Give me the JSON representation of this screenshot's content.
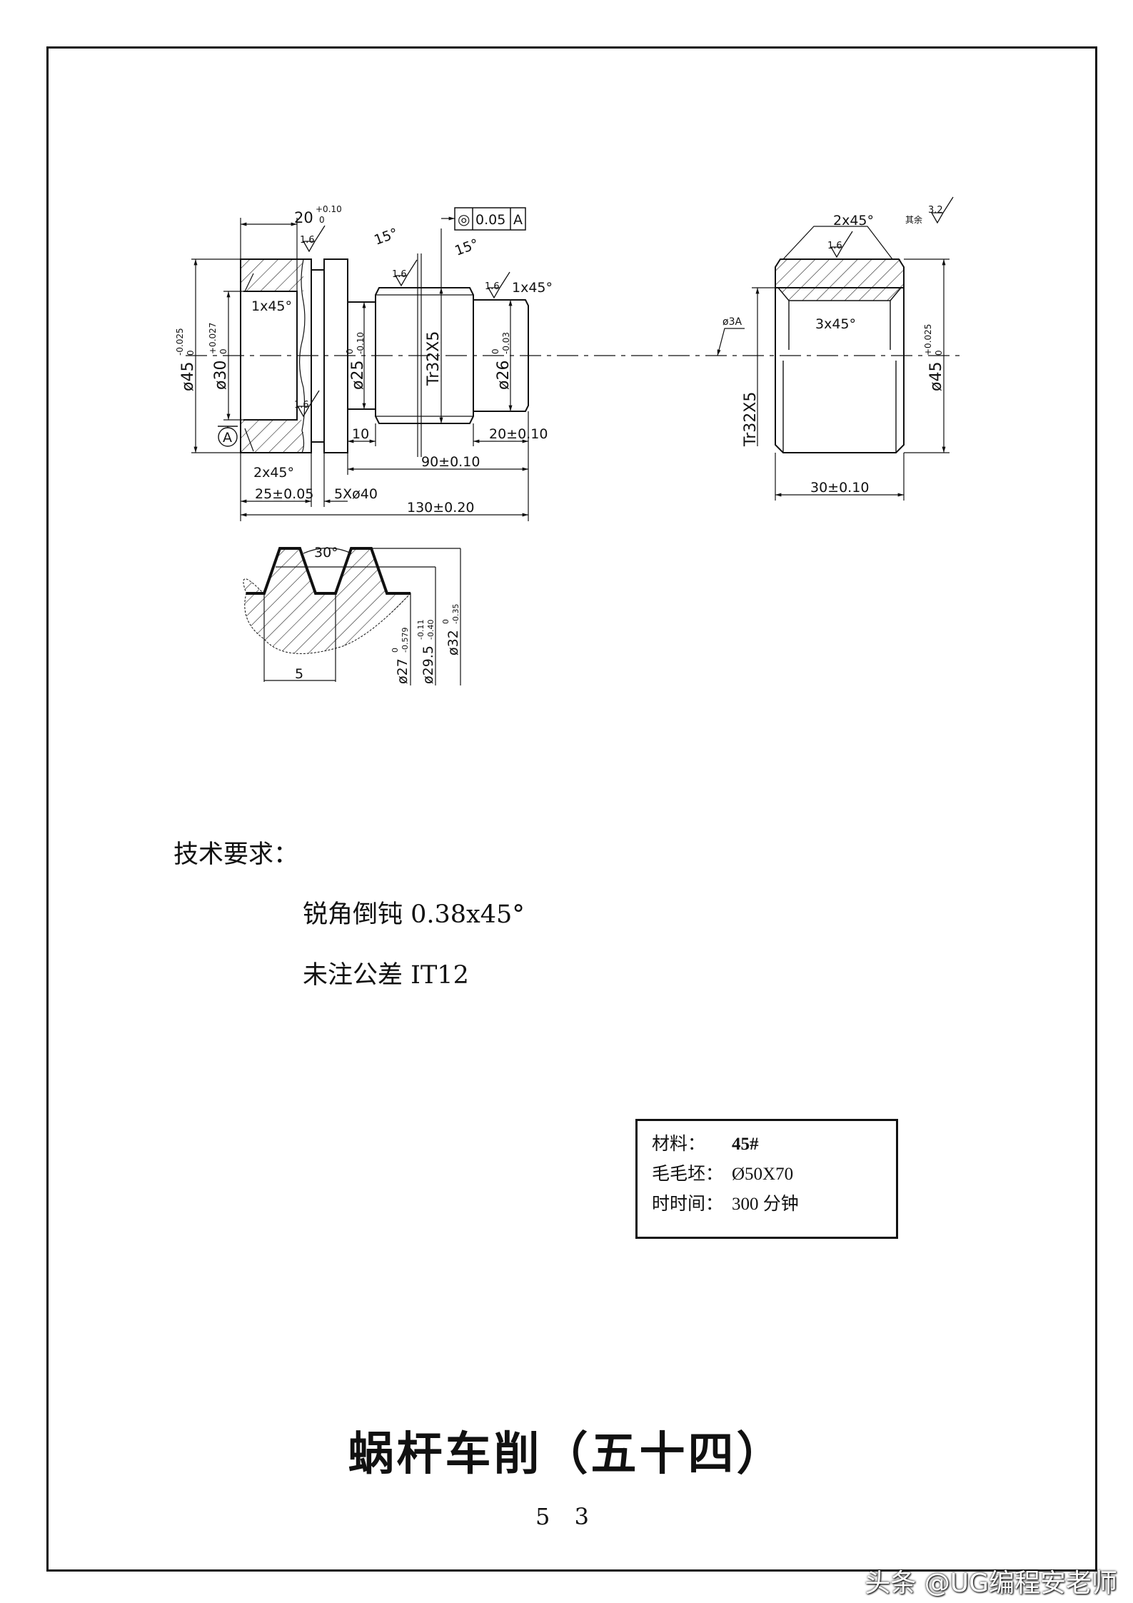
{
  "drawing": {
    "dims": {
      "bore_len": "20",
      "bore_len_tol_up": "+0.10",
      "bore_len_tol_lo": "0",
      "od_left": "ø45",
      "od_left_tol_up": "0",
      "od_left_tol_lo": "-0.025",
      "bore_dia": "ø30",
      "bore_tol_up": "+0.027",
      "bore_tol_lo": "0",
      "chamfer_1": "1x45°",
      "chamfer_2": "2x45°",
      "chamfer_3": "1x45°",
      "chamfer_right_top": "2x45°",
      "chamfer_right_inner": "3x45°",
      "neck_dia": "ø25",
      "neck_tol_up": "0",
      "neck_tol_lo": "-0.10",
      "thread": "Tr32X5",
      "thread_right": "Tr32X5",
      "shaft_dia": "ø26",
      "shaft_tol_up": "0",
      "shaft_tol_lo": "-0.03",
      "center_hole": "ø3A",
      "angle_1": "15°",
      "angle_2": "15°",
      "len_10": "10",
      "len_20": "20±0.10",
      "len_90": "90±0.10",
      "len_25": "25±0.05",
      "collar": "5Xø40",
      "len_130": "130±0.20",
      "len_30": "30±0.10",
      "od_right": "ø45",
      "od_right_tol_up": "+0.025",
      "od_right_tol_lo": "0",
      "datum": "A",
      "roughness": "1.6",
      "roughness_rest_label": "其余",
      "roughness_rest": "3.2"
    },
    "tolerance_frame": {
      "symbol": "◎",
      "value": "0.05",
      "datum": "A"
    },
    "profile": {
      "angle": "30°",
      "pitch": "5",
      "d_root": "ø27",
      "d_root_tol": "-0.579",
      "d_root_tol_up": "0",
      "d_pitch": "ø29.5",
      "d_pitch_tol_up": "-0.11",
      "d_pitch_tol_lo": "-0.40",
      "d_major": "ø32",
      "d_major_tol_up": "0",
      "d_major_tol_lo": "-0.35"
    }
  },
  "requirements": {
    "title": "技术要求：",
    "items": [
      "锐角倒钝 0.38x45°",
      "未注公差 IT12"
    ]
  },
  "spec_table": {
    "rows": [
      {
        "label": "材料：",
        "value": "45#"
      },
      {
        "label": "毛毛坯：",
        "value": "Ø50X70"
      },
      {
        "label": "时时间：",
        "value": "300 分钟"
      }
    ]
  },
  "title": "蜗杆车削（五十四）",
  "page_number": "5 3",
  "watermark": "头条 @UG编程安老师"
}
